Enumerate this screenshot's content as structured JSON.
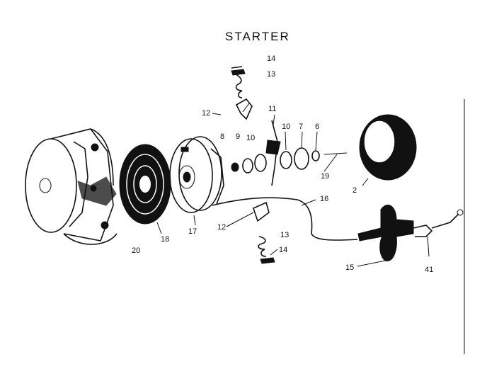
{
  "diagram": {
    "title": "STARTER",
    "labels": {
      "p14_top": "14",
      "p13_top": "13",
      "p12_top": "12",
      "p11": "11",
      "p8": "8",
      "p9": "9",
      "p10a": "10",
      "p10b": "10",
      "p7": "7",
      "p6": "6",
      "p19": "19",
      "p2": "2",
      "p16": "16",
      "p17": "17",
      "p12_bot": "12",
      "p13_bot": "13",
      "p14_bot": "14",
      "p18": "18",
      "p20": "20",
      "p15": "15",
      "p41": "41"
    }
  }
}
